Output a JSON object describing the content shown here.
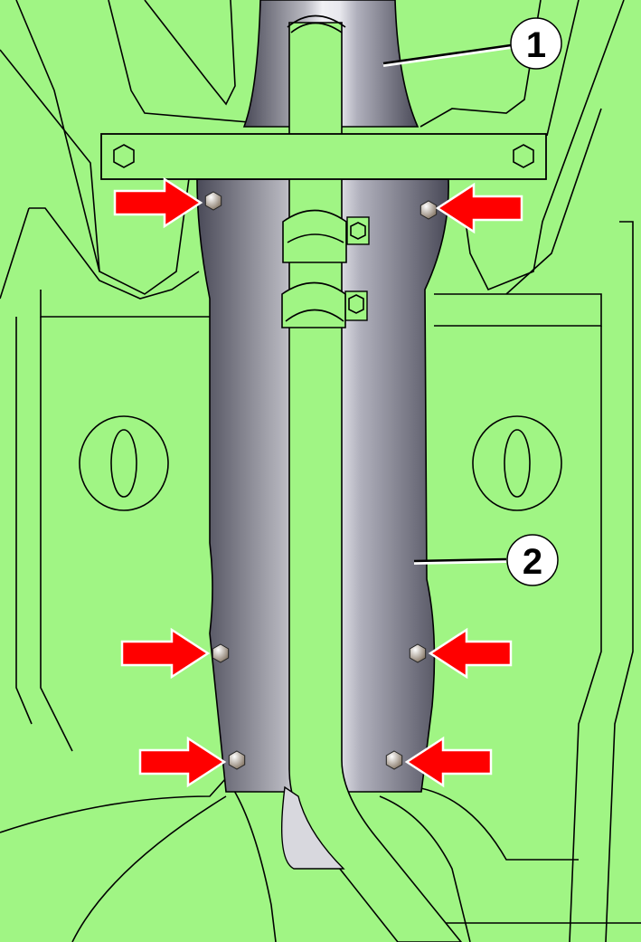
{
  "diagram": {
    "callouts": [
      {
        "id": "callout-1",
        "label": "1"
      },
      {
        "id": "callout-2",
        "label": "2"
      }
    ],
    "colors": {
      "background": "#a0f584",
      "shield": "#5a5a66",
      "arrow": "#ff0000",
      "bolt": "#b0a89c"
    },
    "arrow_count": 6
  }
}
